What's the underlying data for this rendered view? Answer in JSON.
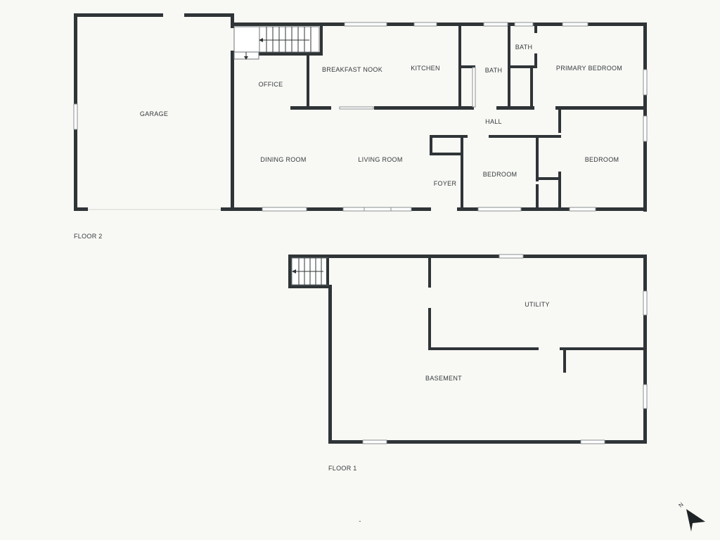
{
  "floor2": {
    "label": "FLOOR 2",
    "rooms": {
      "garage": "GARAGE",
      "office": "OFFICE",
      "breakfast_nook": "BREAKFAST NOOK",
      "kitchen": "KITCHEN",
      "bath_1": "BATH",
      "bath_2": "BATH",
      "primary_bedroom": "PRIMARY BEDROOM",
      "hall": "HALL",
      "dining_room": "DINING ROOM",
      "living_room": "LIVING ROOM",
      "foyer": "FOYER",
      "bedroom_1": "BEDROOM",
      "bedroom_2": "BEDROOM"
    }
  },
  "floor1": {
    "label": "FLOOR 1",
    "rooms": {
      "utility": "UTILITY",
      "basement": "BASEMENT"
    }
  },
  "compass": {
    "label": "N",
    "icon": "north-arrow-icon"
  },
  "footer_mark": "-"
}
